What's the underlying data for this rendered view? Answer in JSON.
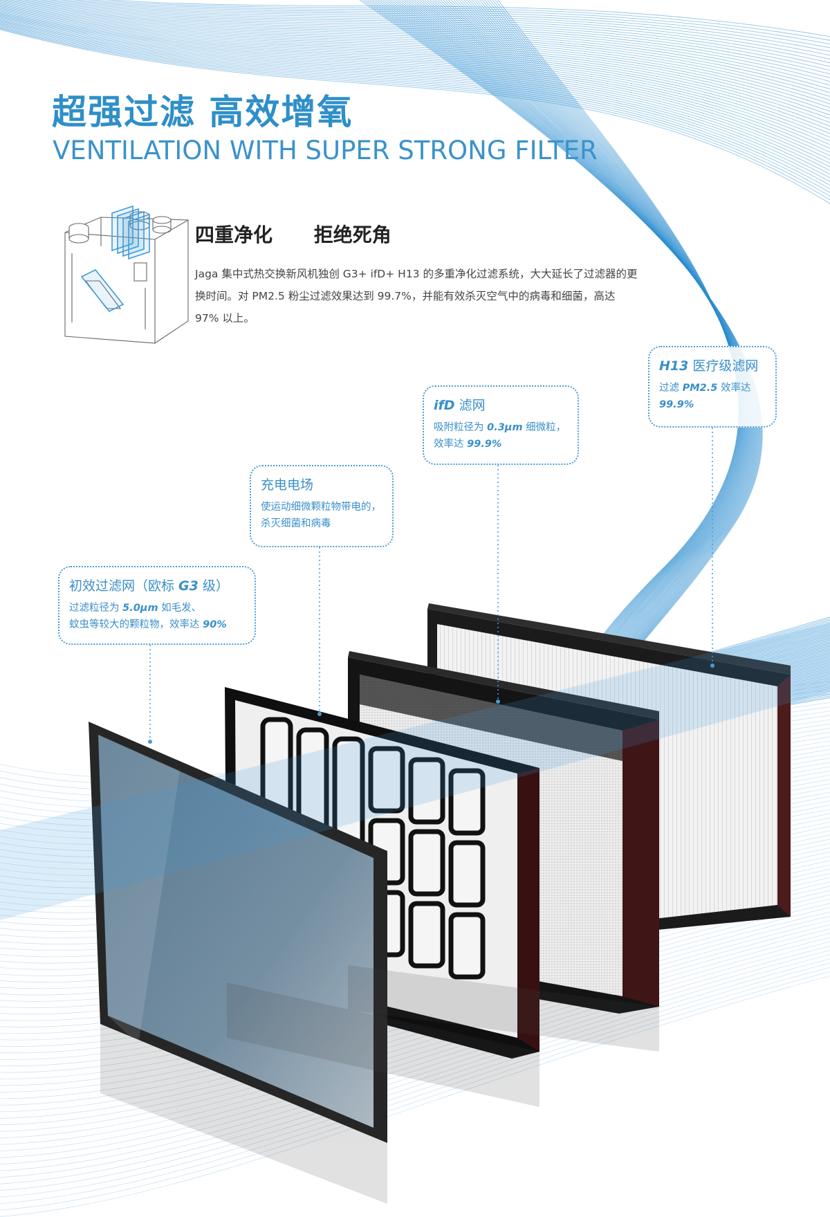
{
  "header": {
    "title_cn": "超强过滤 高效增氧",
    "title_en": "VENTILATION WITH SUPER STRONG FILTER"
  },
  "feature": {
    "heading_left": "四重净化",
    "heading_right": "拒绝死角",
    "description": "Jaga 集中式热交换新风机独创 G3+ ifD+ H13 的多重净化过滤系统，大大延长了过滤器的更换时间。对 PM2.5 粉尘过滤效果达到 99.7%，并能有效杀灭空气中的病毒和细菌，高达 97% 以上。"
  },
  "callouts": {
    "g3": {
      "title_pre": "初效过滤网（欧标 ",
      "title_bold": "G3",
      "title_post": " 级）",
      "line1_pre": "过滤粒径为 ",
      "line1_bold": "5.0μm",
      "line1_post": " 如毛发、",
      "line2_pre": "蚊虫等较大的颗粒物，效率达 ",
      "line2_bold": "90%"
    },
    "charge": {
      "title": "充电电场",
      "line1": "使运动细微颗粒物带电的，",
      "line2": "杀灭细菌和病毒"
    },
    "ifd": {
      "title_bold": "ifD",
      "title_post": " 滤网",
      "line1_pre": "吸附粒径为 ",
      "line1_bold": "0.3μm",
      "line1_post": " 细微粒，",
      "line2_pre": "效率达 ",
      "line2_bold": "99.9%"
    },
    "h13": {
      "title_bold": "H13",
      "title_post": " 医疗级滤网",
      "line1_pre": "过滤 ",
      "line1_bold": "PM2.5",
      "line1_post": " 效率达",
      "line2_bold": "99.9%"
    }
  },
  "colors": {
    "accent": "#2f8fc8",
    "wave": "#2a8cd0",
    "frame": "#1d1d1d",
    "glass": "#6f8ea8"
  }
}
